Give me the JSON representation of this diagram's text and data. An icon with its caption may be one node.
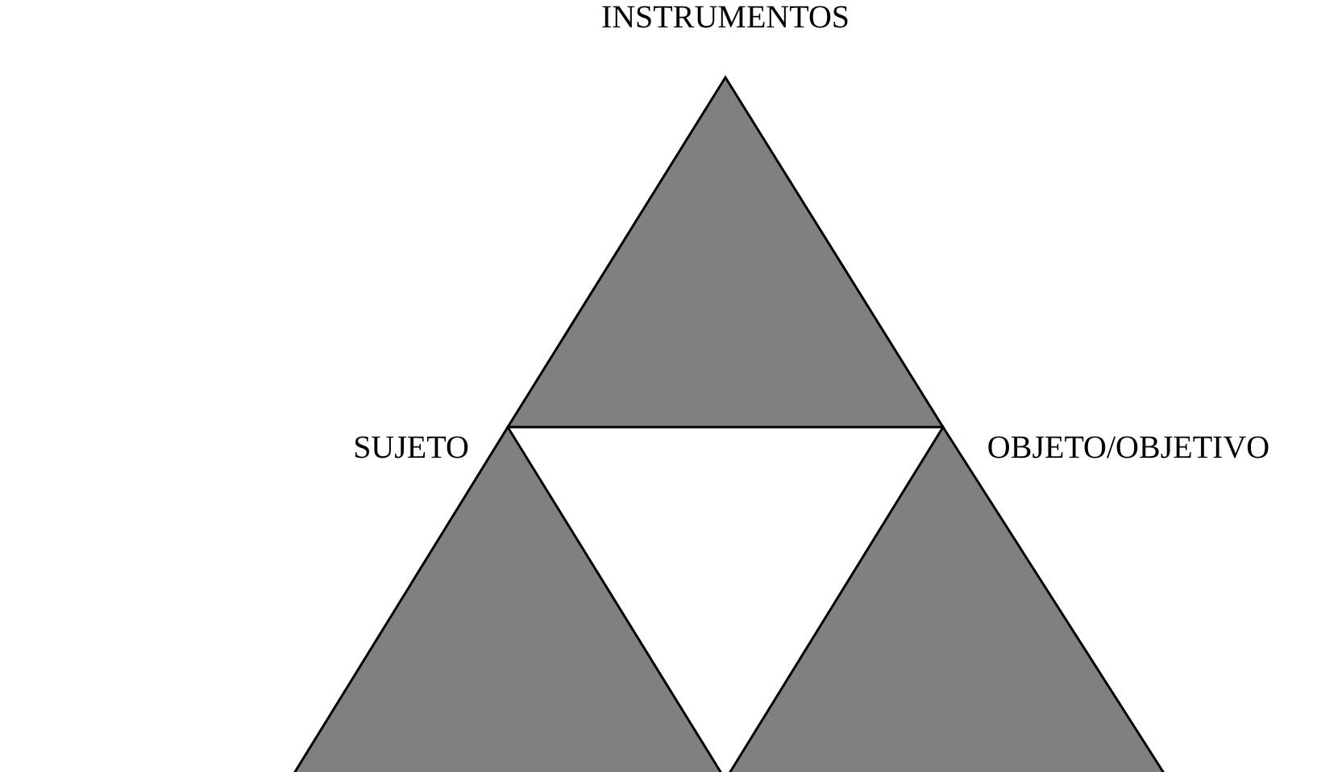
{
  "diagram": {
    "nodes": [
      {
        "text": [
          "INSTRUMENTOS"
        ]
      },
      {
        "text": [
          "SUJETO"
        ]
      },
      {
        "text": [
          "OBJETO/OBJETIVO"
        ]
      }
    ]
  }
}
